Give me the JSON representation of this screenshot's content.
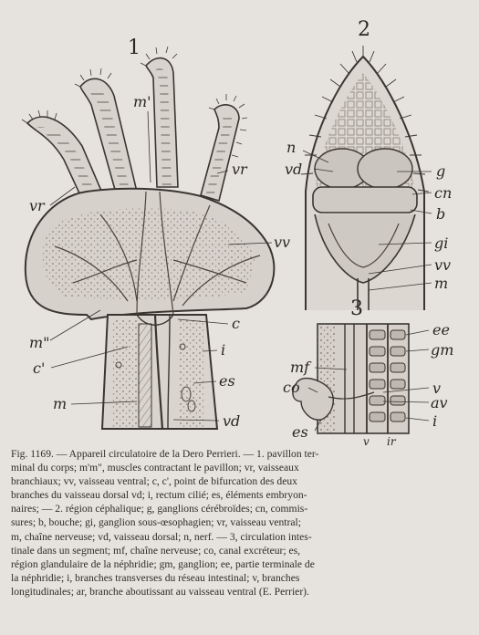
{
  "figures": [
    {
      "number": "1",
      "labels": {
        "m_prime": "m'",
        "vr_right": "vr",
        "vr_left": "vr",
        "vv": "vv",
        "m_double": "m\"",
        "c": "c",
        "c_prime": "c'",
        "i": "i",
        "es": "es",
        "m": "m",
        "vd": "vd"
      }
    },
    {
      "number": "2",
      "labels": {
        "n": "n",
        "vd": "vd",
        "g": "g",
        "cn": "cn",
        "b": "b",
        "gi": "gi",
        "vv": "vv",
        "m": "m"
      }
    },
    {
      "number": "3",
      "labels": {
        "ee": "ee",
        "gm": "gm",
        "mf": "mf",
        "co": "co",
        "v": "v",
        "av": "av",
        "i": "i",
        "es": "es",
        "v_bottom": "v",
        "ir_bottom": "ir"
      }
    }
  ],
  "caption_lines": [
    "Fig. 1169. — Appareil circulatoire de la Dero Perrieri. — 1. pavillon ter-",
    "minal du corps; m'm\", muscles contractant le pavillon; vr, vaisseaux",
    "branchiaux; vv, vaisseau ventral; c, c', point de bifurcation des deux",
    "branches du vaisseau dorsal vd; i, rectum cilié; es, éléments embryon-",
    "naires; — 2. région céphalique; g, ganglions cérébroïdes; cn, commis-",
    "sures; b, bouche; gi, ganglion sous-œsophagien; vr, vaisseau ventral;",
    "m, chaîne nerveuse; vd, vaisseau dorsal; n, nerf. — 3, circulation intes-",
    "tinale dans un segment; mf, chaîne nerveuse; co, canal excréteur; es,",
    "région glandulaire de la néphridie; gm, ganglion; ee, partie terminale de",
    "la néphridie; i, branches transverses du réseau intestinal; v, branches",
    "longitudinales; ar, branche aboutissant au vaisseau ventral (E. Perrier)."
  ]
}
